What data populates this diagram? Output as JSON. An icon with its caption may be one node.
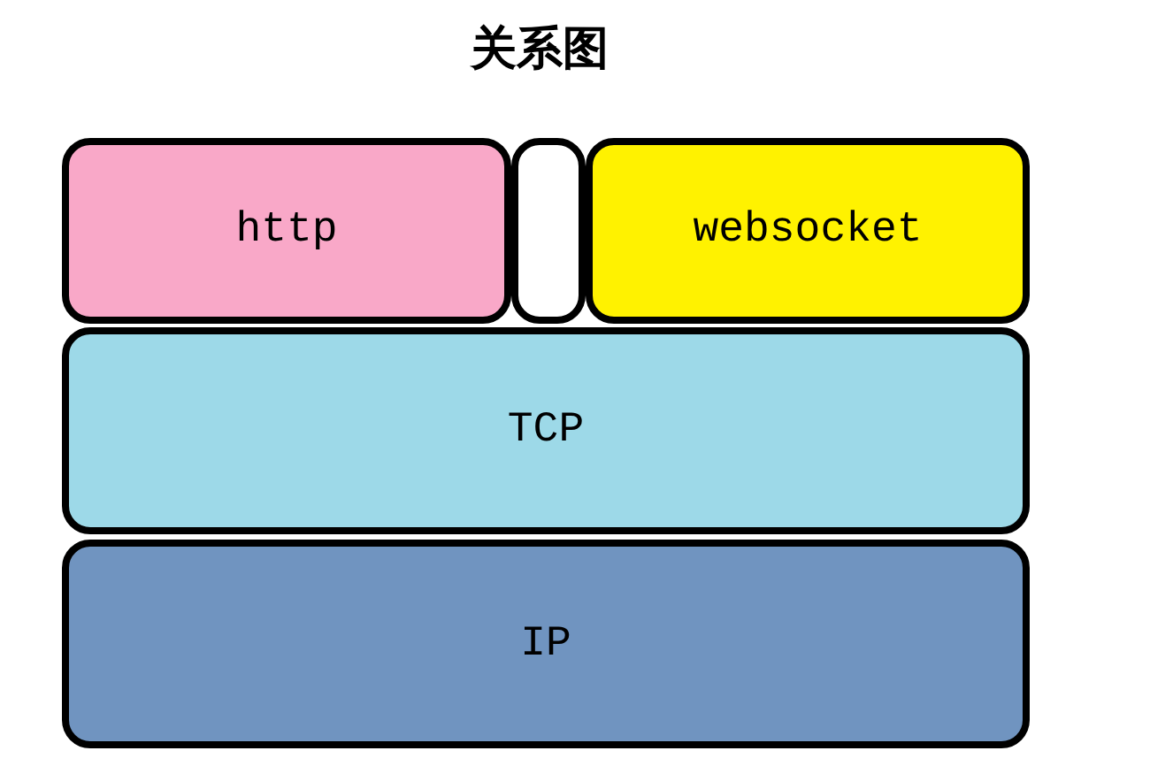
{
  "diagram": {
    "title": "关系图",
    "nodes": [
      {
        "text": [
          "http"
        ]
      },
      {
        "text": [],
        "shape": "box"
      },
      {
        "text": [
          "websocket"
        ]
      },
      {
        "text": [
          "TCP"
        ]
      },
      {
        "text": [
          "IP"
        ]
      }
    ]
  }
}
